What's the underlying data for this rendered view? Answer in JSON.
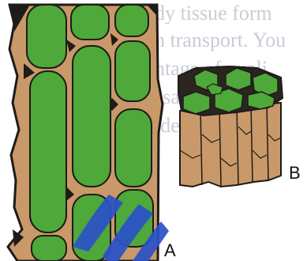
{
  "background_text": [
    "dy tissue form",
    "n transport. You",
    "ntage of quali",
    "ssary that",
    "ider as the"
  ],
  "labels": {
    "a": "A",
    "b": "B"
  },
  "colors": {
    "cell_wall": "#c9996a",
    "cytoplasm": "#4ea83a",
    "outline": "#1e1b18",
    "background_text": "#c9ccd6",
    "watermark": "#2a52c9"
  }
}
